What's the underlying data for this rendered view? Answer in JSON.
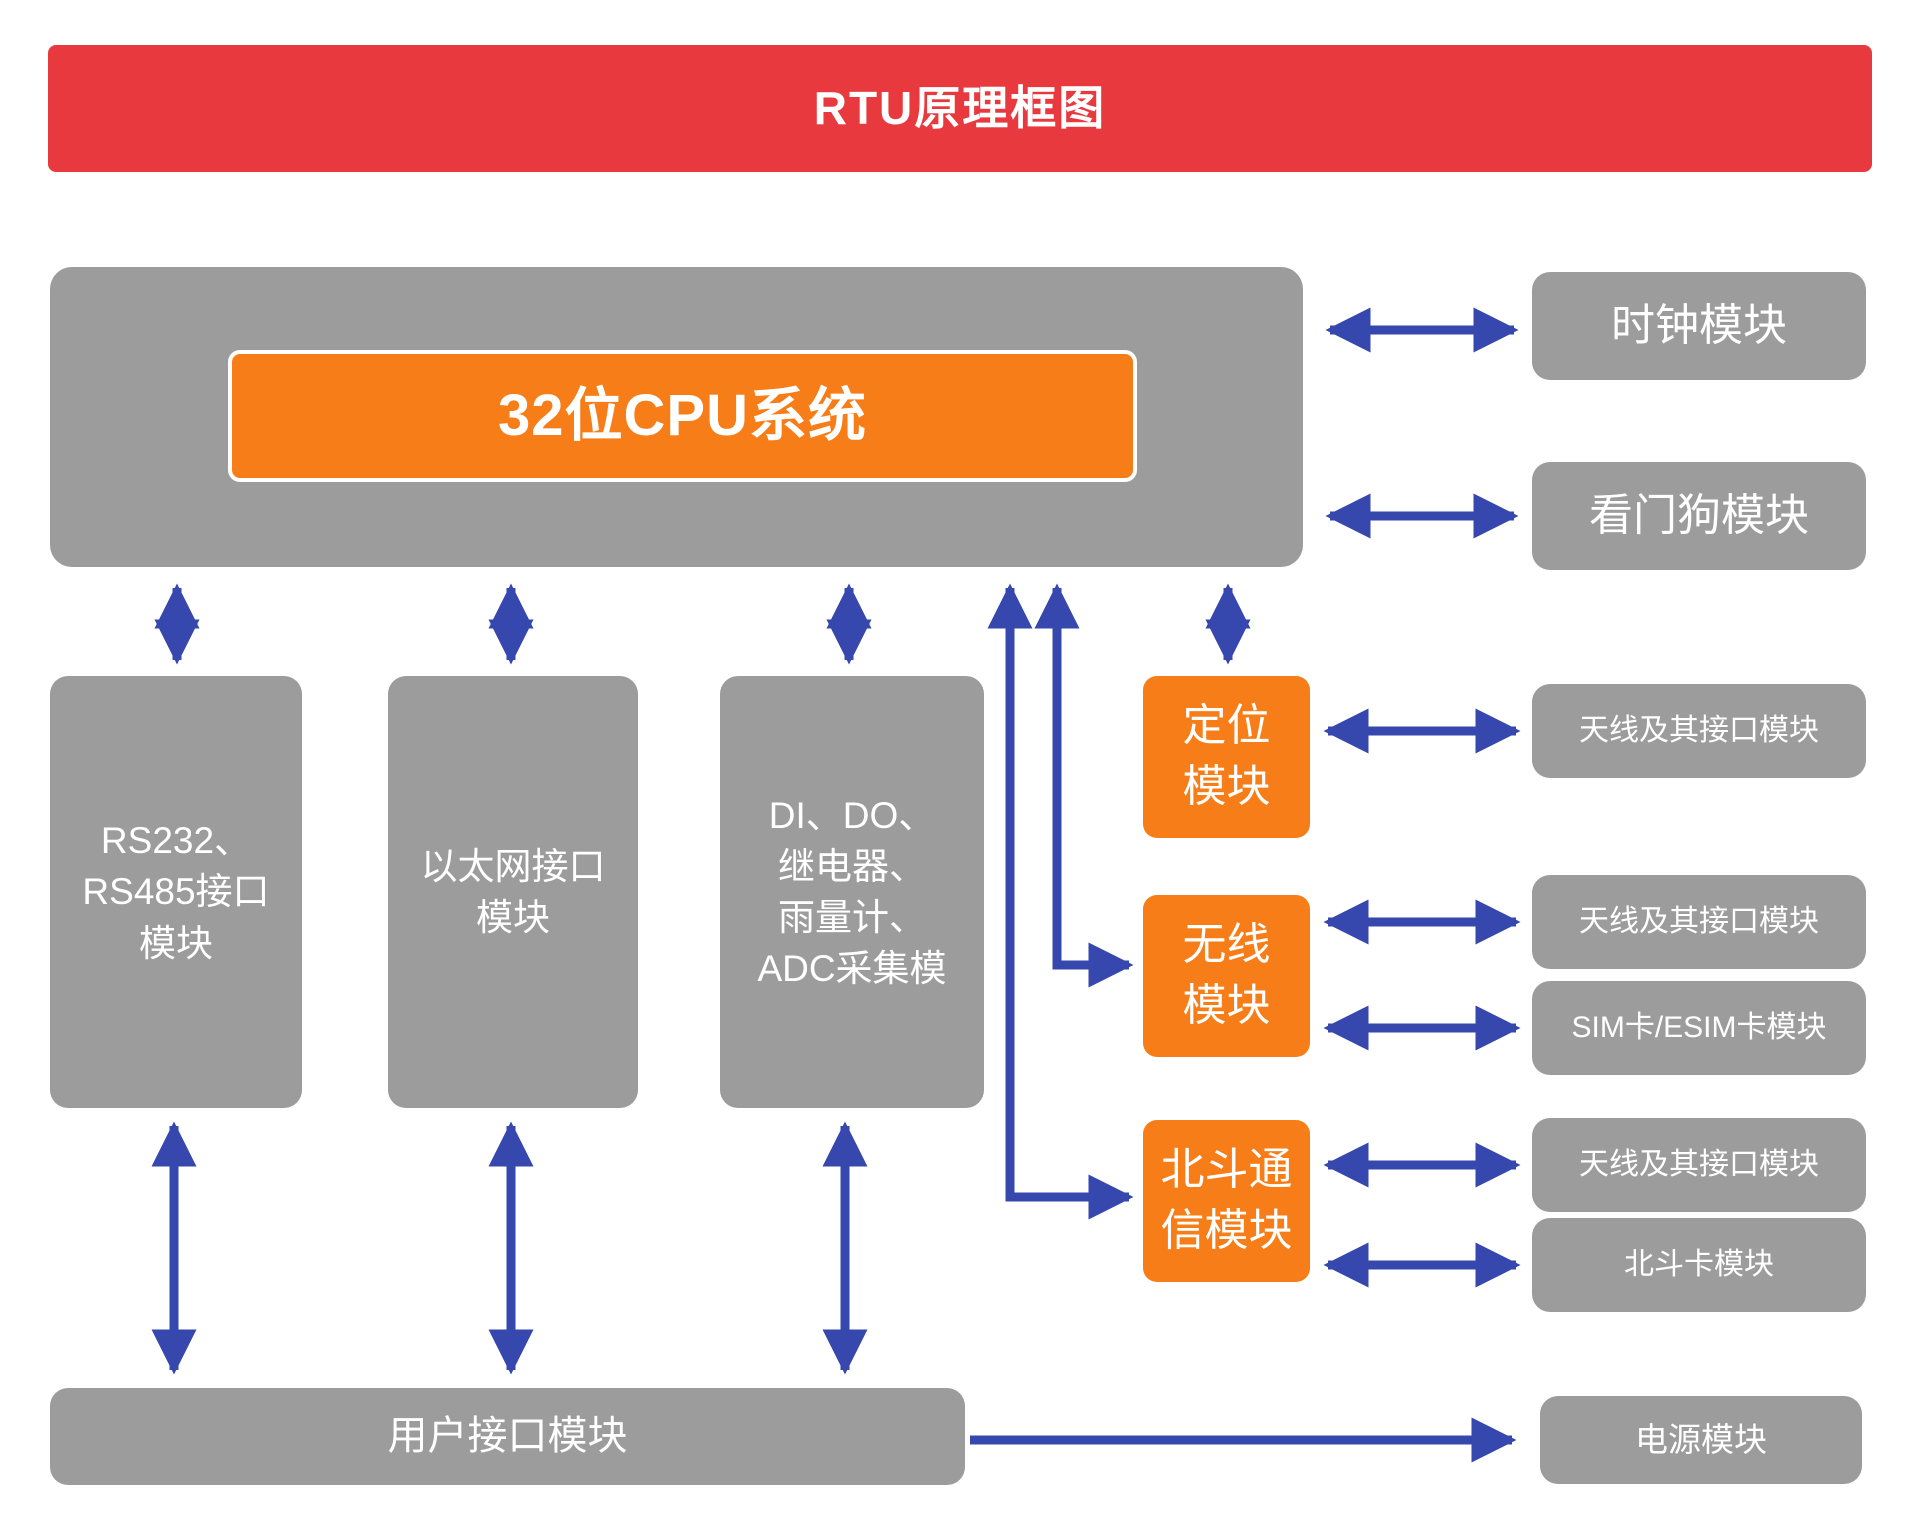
{
  "title": {
    "label": "RTU原理框图"
  },
  "colors": {
    "banner_red": "#e8393e",
    "module_orange": "#f67d17",
    "module_gray": "#9c9c9c",
    "arrow_blue": "#3647ad",
    "text_white": "#ffffff"
  },
  "cpu_system": {
    "label": "32位CPU系统"
  },
  "top_right_modules": [
    {
      "label": "时钟模块"
    },
    {
      "label": "看门狗模块"
    }
  ],
  "interface_modules": [
    {
      "label": "RS232、\nRS485接口\n模块"
    },
    {
      "label": "以太网接口\n模块"
    },
    {
      "label": "DI、DO、\n继电器、\n雨量计、\nADC采集模"
    }
  ],
  "comm_modules": [
    {
      "label": "定位\n模块"
    },
    {
      "label": "无线\n模块"
    },
    {
      "label": "北斗通\n信模块"
    }
  ],
  "right_modules": [
    {
      "label": "天线及其接口模块"
    },
    {
      "label": "天线及其接口模块"
    },
    {
      "label": "SIM卡/ESIM卡模块"
    },
    {
      "label": "天线及其接口模块"
    },
    {
      "label": "北斗卡模块"
    }
  ],
  "bottom_modules": {
    "user_interface": {
      "label": "用户接口模块"
    },
    "power": {
      "label": "电源模块"
    }
  },
  "connections": [
    {
      "from": "cpu-system",
      "to": "clock-module",
      "direction": "both"
    },
    {
      "from": "cpu-system",
      "to": "watchdog-module",
      "direction": "both"
    },
    {
      "from": "cpu-system",
      "to": "rs232-module",
      "direction": "both"
    },
    {
      "from": "cpu-system",
      "to": "ethernet-module",
      "direction": "both"
    },
    {
      "from": "cpu-system",
      "to": "dio-adc-module",
      "direction": "both"
    },
    {
      "from": "cpu-system",
      "to": "gps-module",
      "direction": "both"
    },
    {
      "from": "cpu-system",
      "to": "wireless-module",
      "direction": "both"
    },
    {
      "from": "cpu-system",
      "to": "beidou-module",
      "direction": "both"
    },
    {
      "from": "gps-module",
      "to": "antenna-module-1",
      "direction": "both"
    },
    {
      "from": "wireless-module",
      "to": "antenna-module-2",
      "direction": "both"
    },
    {
      "from": "wireless-module",
      "to": "sim-card-module",
      "direction": "both"
    },
    {
      "from": "beidou-module",
      "to": "antenna-module-3",
      "direction": "both"
    },
    {
      "from": "beidou-module",
      "to": "beidou-card-module",
      "direction": "both"
    },
    {
      "from": "rs232-module",
      "to": "user-interface-module",
      "direction": "both"
    },
    {
      "from": "ethernet-module",
      "to": "user-interface-module",
      "direction": "both"
    },
    {
      "from": "dio-adc-module",
      "to": "user-interface-module",
      "direction": "both"
    },
    {
      "from": "user-interface-module",
      "to": "power-module",
      "direction": "to"
    }
  ]
}
